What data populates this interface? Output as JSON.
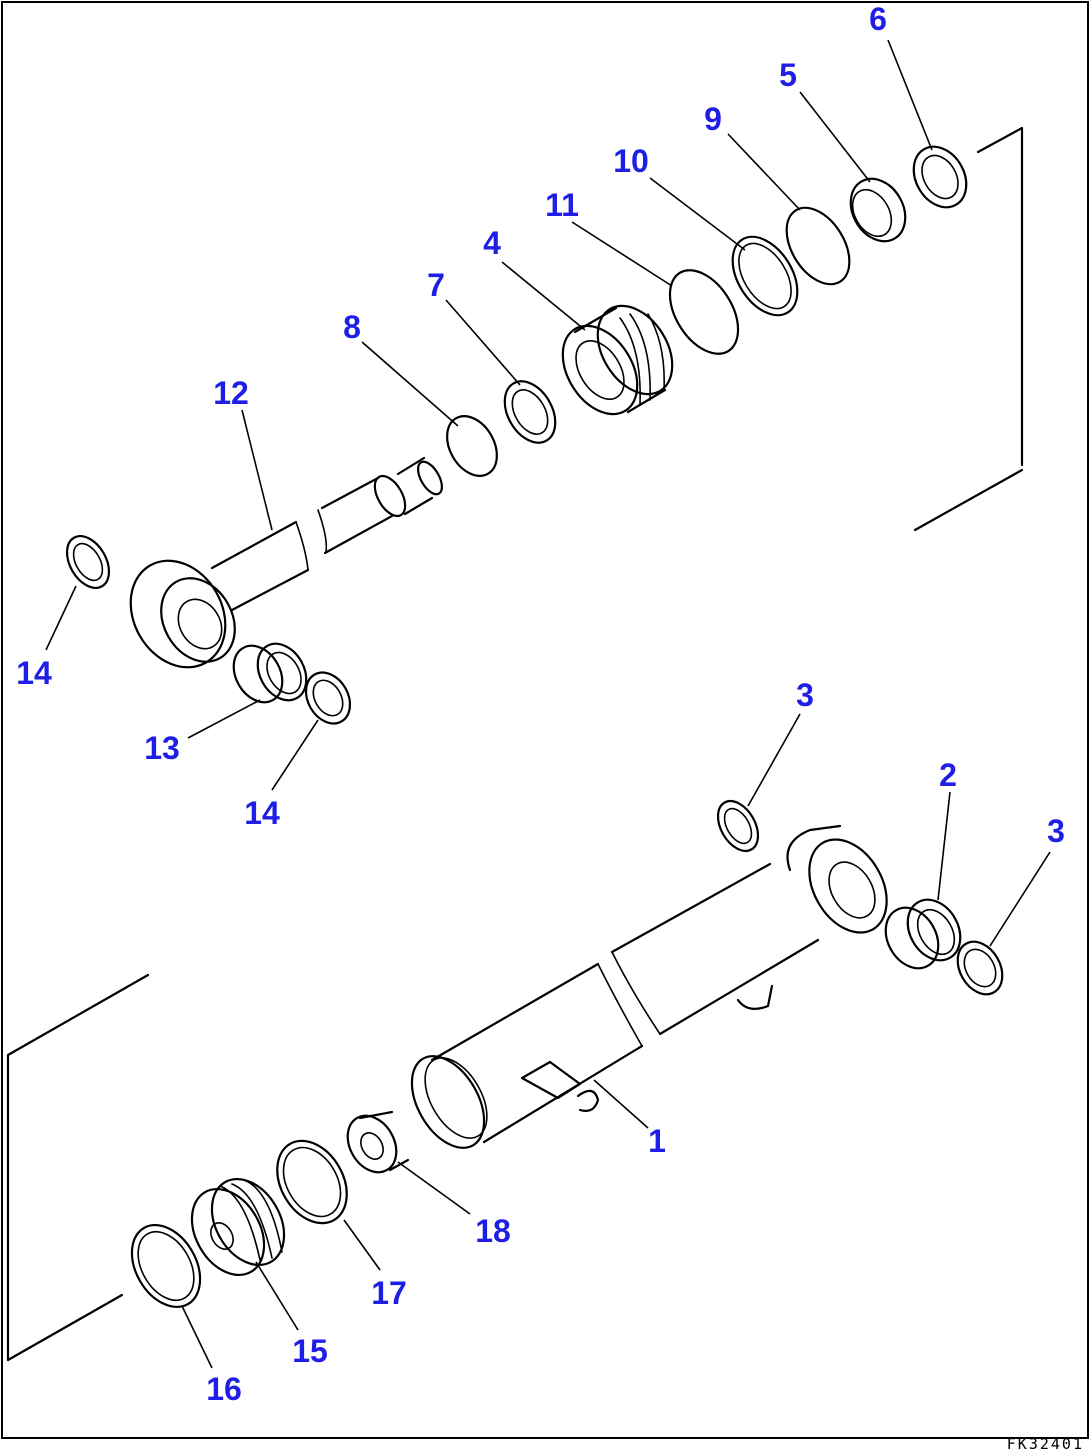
{
  "drawing_code": "FK32401",
  "callouts": [
    {
      "id": "c6",
      "label": "6"
    },
    {
      "id": "c5",
      "label": "5"
    },
    {
      "id": "c9",
      "label": "9"
    },
    {
      "id": "c10",
      "label": "10"
    },
    {
      "id": "c11",
      "label": "11"
    },
    {
      "id": "c4",
      "label": "4"
    },
    {
      "id": "c7",
      "label": "7"
    },
    {
      "id": "c8",
      "label": "8"
    },
    {
      "id": "c12",
      "label": "12"
    },
    {
      "id": "c14a",
      "label": "14"
    },
    {
      "id": "c13",
      "label": "13"
    },
    {
      "id": "c14b",
      "label": "14"
    },
    {
      "id": "c3a",
      "label": "3"
    },
    {
      "id": "c2",
      "label": "2"
    },
    {
      "id": "c3b",
      "label": "3"
    },
    {
      "id": "c1",
      "label": "1"
    },
    {
      "id": "c18",
      "label": "18"
    },
    {
      "id": "c17",
      "label": "17"
    },
    {
      "id": "c15",
      "label": "15"
    },
    {
      "id": "c16",
      "label": "16"
    }
  ]
}
